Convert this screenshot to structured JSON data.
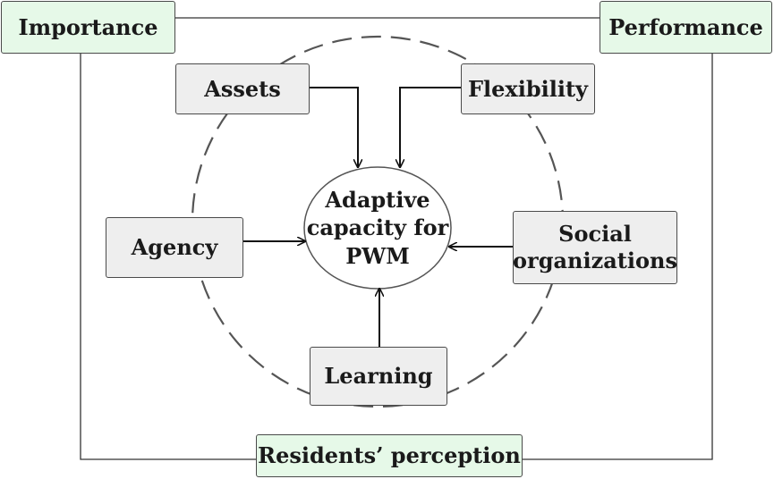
{
  "outer": {
    "importance": "Importance",
    "performance": "Performance",
    "residents_perception": "Residents’ perception"
  },
  "center": {
    "line1": "Adaptive",
    "line2": "capacity for",
    "line3": "PWM"
  },
  "factors": {
    "assets": "Assets",
    "flexibility": "Flexibility",
    "agency": "Agency",
    "social_line1": "Social",
    "social_line2": "organizations",
    "learning": "Learning"
  },
  "colors": {
    "outer_box_fill": "#e6f9e8",
    "factor_box_fill": "#eeeeee",
    "stroke": "#4a4a4a",
    "dashed_circle": "#555555"
  }
}
